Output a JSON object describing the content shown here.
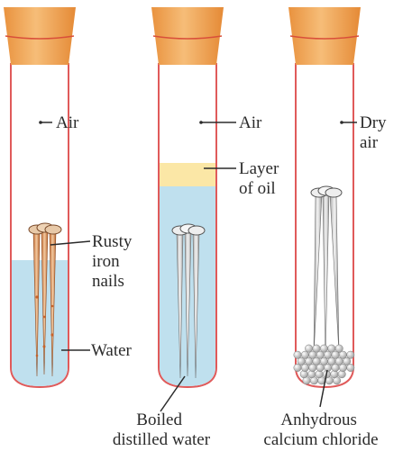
{
  "tubes": [
    {
      "labels": [
        {
          "key": "air",
          "lines": [
            "Air"
          ]
        },
        {
          "key": "nails",
          "lines": [
            "Rusty",
            "iron",
            "nails"
          ]
        },
        {
          "key": "water",
          "lines": [
            "Water"
          ]
        }
      ]
    },
    {
      "labels": [
        {
          "key": "air",
          "lines": [
            "Air"
          ]
        },
        {
          "key": "oil",
          "lines": [
            "Layer",
            "of oil"
          ]
        },
        {
          "key": "boiled",
          "lines": [
            "Boiled",
            "distilled water"
          ]
        }
      ]
    },
    {
      "labels": [
        {
          "key": "air",
          "lines": [
            "Dry",
            "air"
          ]
        },
        {
          "key": "cacl2",
          "lines": [
            "Anhydrous",
            "calcium chloride"
          ]
        }
      ]
    }
  ],
  "colors": {
    "cork": "#f0a85a",
    "tube_outline": "#e05a5a",
    "water": "#bfe0ee",
    "oil": "#fbe7a6",
    "rust": "#d98a4a",
    "nail": "#d9d9d9",
    "text": "#2b2b2b"
  }
}
